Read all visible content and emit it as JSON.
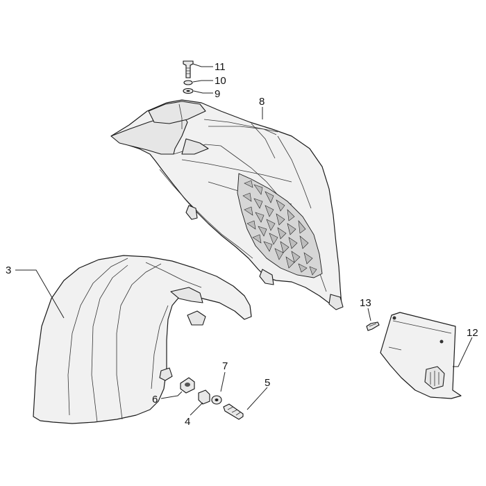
{
  "diagram": {
    "callouts": [
      {
        "id": "11",
        "label": "11"
      },
      {
        "id": "10",
        "label": "10"
      },
      {
        "id": "9",
        "label": "9"
      },
      {
        "id": "8",
        "label": "8"
      },
      {
        "id": "3",
        "label": "3"
      },
      {
        "id": "13",
        "label": "13"
      },
      {
        "id": "12",
        "label": "12"
      },
      {
        "id": "7",
        "label": "7"
      },
      {
        "id": "5",
        "label": "5"
      },
      {
        "id": "6",
        "label": "6"
      },
      {
        "id": "4",
        "label": "4"
      }
    ]
  }
}
